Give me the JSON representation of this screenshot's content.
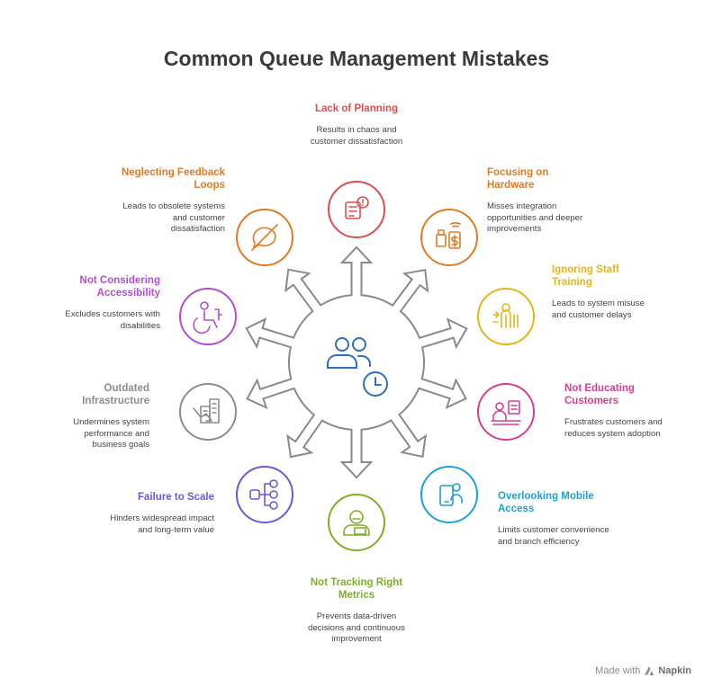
{
  "title": "Common Queue Management Mistakes",
  "footer": {
    "made_with": "Made with",
    "brand": "Napkin"
  },
  "colors": {
    "arrow_stroke": "#8a8a8a",
    "center_people": "#2f6fbd",
    "center_clock": "#2f6fbd"
  },
  "center": {
    "icons": [
      "people-icon",
      "clock-icon"
    ]
  },
  "items": [
    {
      "id": "lack-of-planning",
      "title": "Lack of Planning",
      "desc": "Results in chaos and customer dissatisfaction",
      "color": "#d94f4f",
      "icon": "alert-document-icon"
    },
    {
      "id": "focusing-on-hardware",
      "title": "Focusing on Hardware",
      "desc": "Misses integration opportunities and deeper improvements",
      "color": "#e07b1f",
      "icon": "kiosk-payment-icon"
    },
    {
      "id": "ignoring-staff-training",
      "title": "Ignoring Staff Training",
      "desc": "Leads to system misuse and customer delays",
      "color": "#e3b51b",
      "icon": "staff-icon"
    },
    {
      "id": "not-educating-customers",
      "title": "Not Educating Customers",
      "desc": "Frustrates customers and reduces system adoption",
      "color": "#d63f8f",
      "icon": "customer-desk-icon"
    },
    {
      "id": "overlooking-mobile-access",
      "title": "Overlooking Mobile Access",
      "desc": "Limits customer convenience and branch efficiency",
      "color": "#1f9fd3",
      "icon": "mobile-user-icon"
    },
    {
      "id": "not-tracking-right-metrics",
      "title": "Not Tracking Right Metrics",
      "desc": "Prevents data-driven decisions and continuous improvement",
      "color": "#7fae28",
      "icon": "analyst-icon"
    },
    {
      "id": "failure-to-scale",
      "title": "Failure to Scale",
      "desc": "Hinders widespread impact and long-term value",
      "color": "#6b5ad6",
      "icon": "network-icon"
    },
    {
      "id": "outdated-infrastructure",
      "title": "Outdated Infrastructure",
      "desc": "Undermines system performance and business goals",
      "color": "#8c8c8c",
      "icon": "declining-building-icon"
    },
    {
      "id": "not-considering-accessibility",
      "title": "Not Considering Accessibility",
      "desc": "Excludes customers with disabilities",
      "color": "#b04fd6",
      "icon": "wheelchair-icon"
    },
    {
      "id": "neglecting-feedback-loops",
      "title": "Neglecting Feedback Loops",
      "desc": "Leads to obsolete systems and customer dissatisfaction",
      "color": "#e07b1f",
      "icon": "no-feedback-icon"
    }
  ]
}
